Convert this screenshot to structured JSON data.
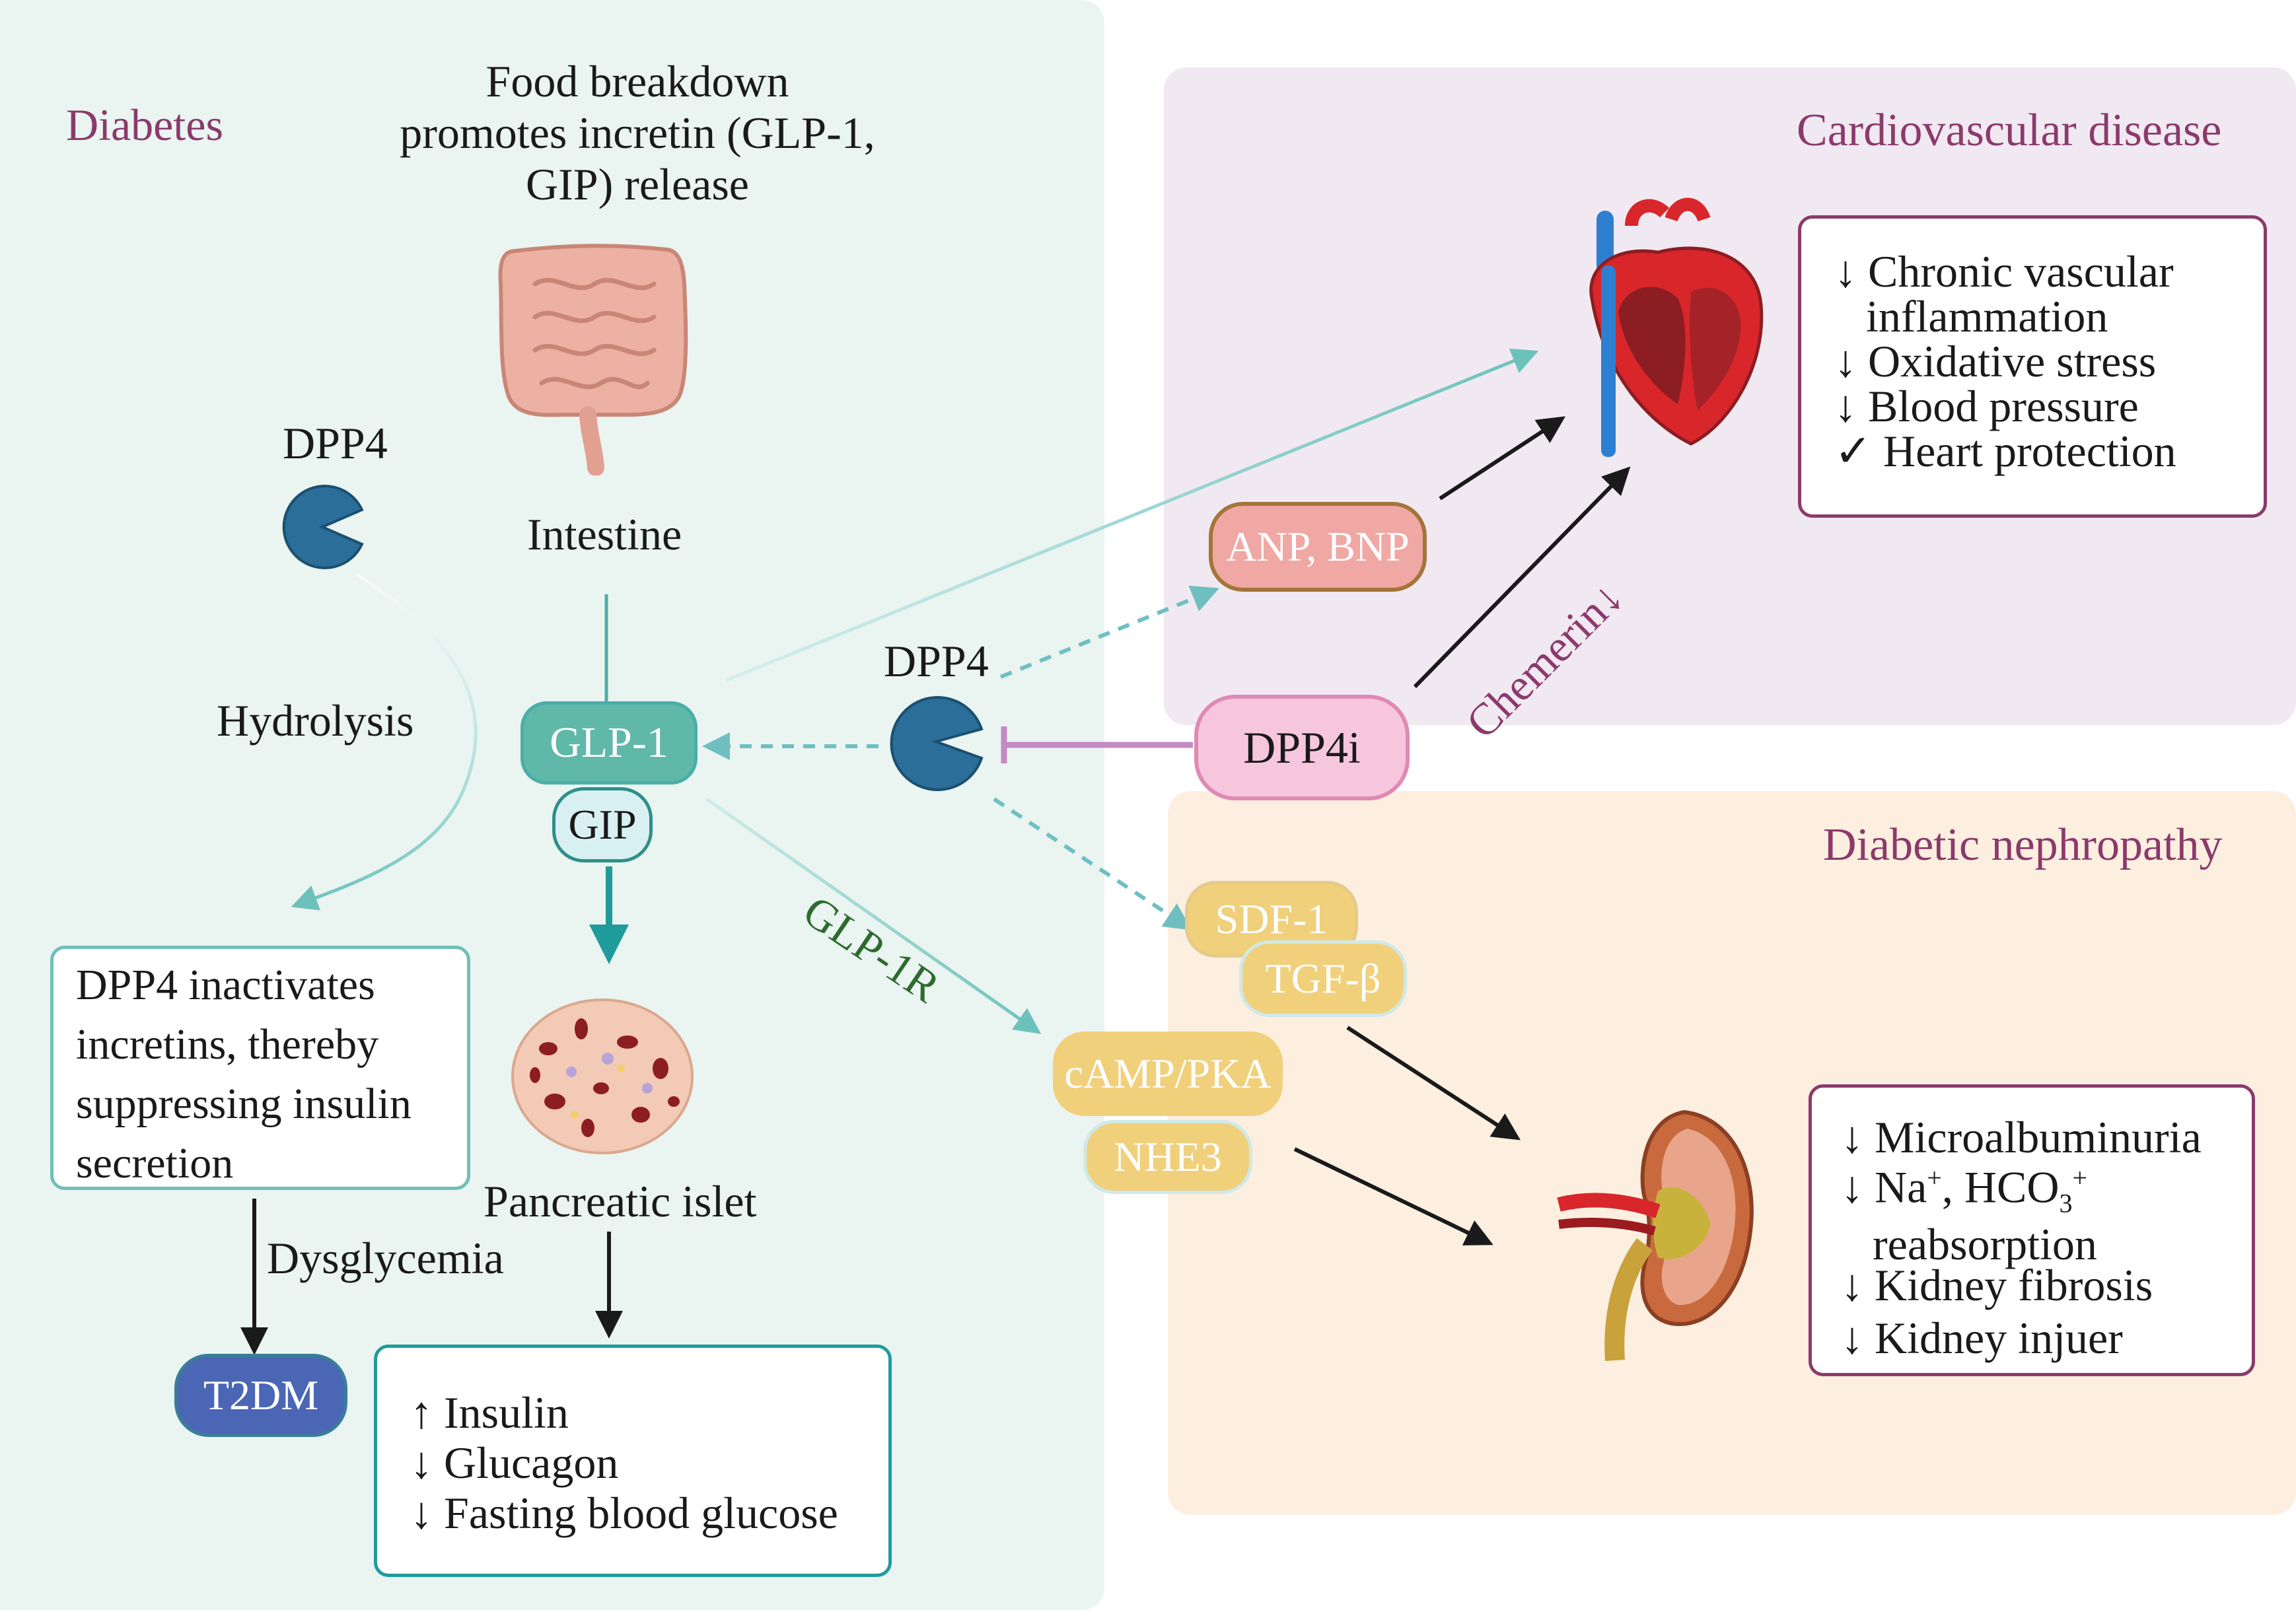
{
  "sections": {
    "diabetes": "Diabetes",
    "cardio": "Cardiovascular disease",
    "nephro": "Diabetic nephropathy"
  },
  "labels": {
    "food_line1": "Food breakdown",
    "food_line2": "promotes incretin (GLP-1,",
    "food_line3": "GIP) release",
    "intestine": "Intestine",
    "dpp4_left": "DPP4",
    "hydrolysis": "Hydrolysis",
    "dpp4_center": "DPP4",
    "glp1r": "GLP-1R",
    "pancreatic_islet": "Pancreatic islet",
    "dysglycemia": "Dysglycemia",
    "chemerin": "Chemerin↓"
  },
  "pills": {
    "glp1": "GLP-1",
    "gip": "GIP",
    "anp_bnp": "ANP, BNP",
    "dpp4i": "DPP4i",
    "sdf1": "SDF-1",
    "tgfb": "TGF-β",
    "camp_pka": "cAMP/PKA",
    "nhe3": "NHE3",
    "t2dm": "T2DM"
  },
  "boxes": {
    "dpp4_inactivates": [
      "DPP4 inactivates",
      "incretins, thereby",
      "suppressing insulin",
      "secretion"
    ],
    "insulin_effects": [
      "↑ Insulin",
      "↓ Glucagon",
      "↓ Fasting blood glucose"
    ],
    "cardio_effects": [
      "↓ Chronic vascular",
      "inflammation",
      "↓ Oxidative stress",
      "↓ Blood pressure",
      "✓ Heart protection"
    ],
    "kidney_effects": {
      "microalbuminuria": "↓ Microalbuminuria",
      "na_prefix": "↓ Na",
      "na_sup": "+",
      "hco3_text": ", HCO",
      "hco3_sub": "3",
      "hco3_sup": "+",
      "reabsorption": "reabsorption",
      "fibrosis": "↓ Kidney fibrosis",
      "injury": "↓ Kidney injuer"
    }
  },
  "colors": {
    "diabetes_bg": "#eaf4f1",
    "cardio_bg": "#f1e9f2",
    "nephro_bg": "#fcefe0",
    "section_title": "#8b3a6b",
    "teal": "#4aaea7",
    "teal_dark": "#2f8f8a",
    "dpp4_blue": "#2a6e99",
    "glp1r_green": "#2e6b2e",
    "t2dm_blue": "#4a66b5",
    "dpp4i_pink": "#f6c7dc",
    "inhibit_purple": "#c48ac3",
    "anp_fill": "#f0a8a4",
    "anp_border": "#a3753a",
    "yellow_pill": "#f1d07c",
    "cardio_box_border": "#8b3a6b"
  },
  "icons": [
    "intestine-icon",
    "dpp4-pacman-icon",
    "pancreatic-islet-icon",
    "heart-icon",
    "kidney-icon"
  ]
}
